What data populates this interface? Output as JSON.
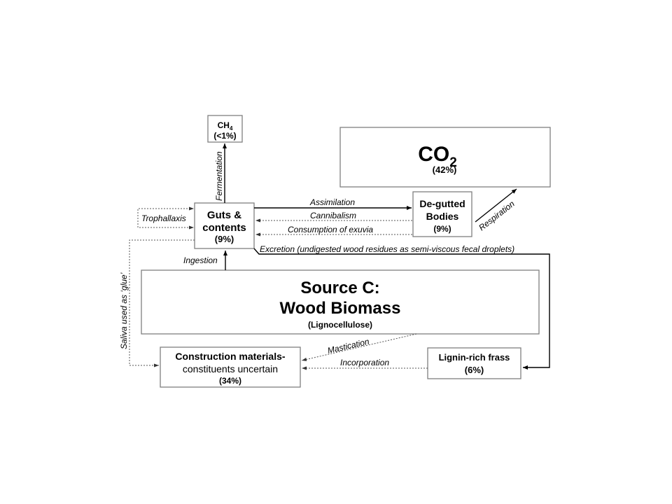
{
  "nodes": {
    "ch4": {
      "formula": "CH",
      "subscript": "4",
      "percent": "(<1%)"
    },
    "co2": {
      "formula": "CO",
      "subscript": "2",
      "percent": "(42%)"
    },
    "guts": {
      "line1": "Guts &",
      "line2": "contents",
      "percent": "(9%)"
    },
    "degutted": {
      "line1": "De-gutted",
      "line2": "Bodies",
      "percent": "(9%)"
    },
    "source": {
      "line1": "Source C:",
      "line2": "Wood Biomass",
      "line3": "(Lignocellulose)"
    },
    "construction": {
      "line1": "Construction materials-",
      "line2": "constituents uncertain",
      "percent": "(34%)"
    },
    "frass": {
      "line1": "Lignin-rich frass",
      "percent": "(6%)"
    }
  },
  "edges": {
    "fermentation": "Fermentation",
    "trophallaxis": "Trophallaxis",
    "assimilation": "Assimilation",
    "cannibalism": "Cannibalism",
    "exuvia": "Consumption of exuvia",
    "respiration": "Respiration",
    "excretion": "Excretion (undigested wood residues as semi-viscous fecal droplets)",
    "ingestion": "Ingestion",
    "saliva": "Saliva used as ‘glue’",
    "mastication": "Mastication",
    "incorporation": "Incorporation"
  }
}
